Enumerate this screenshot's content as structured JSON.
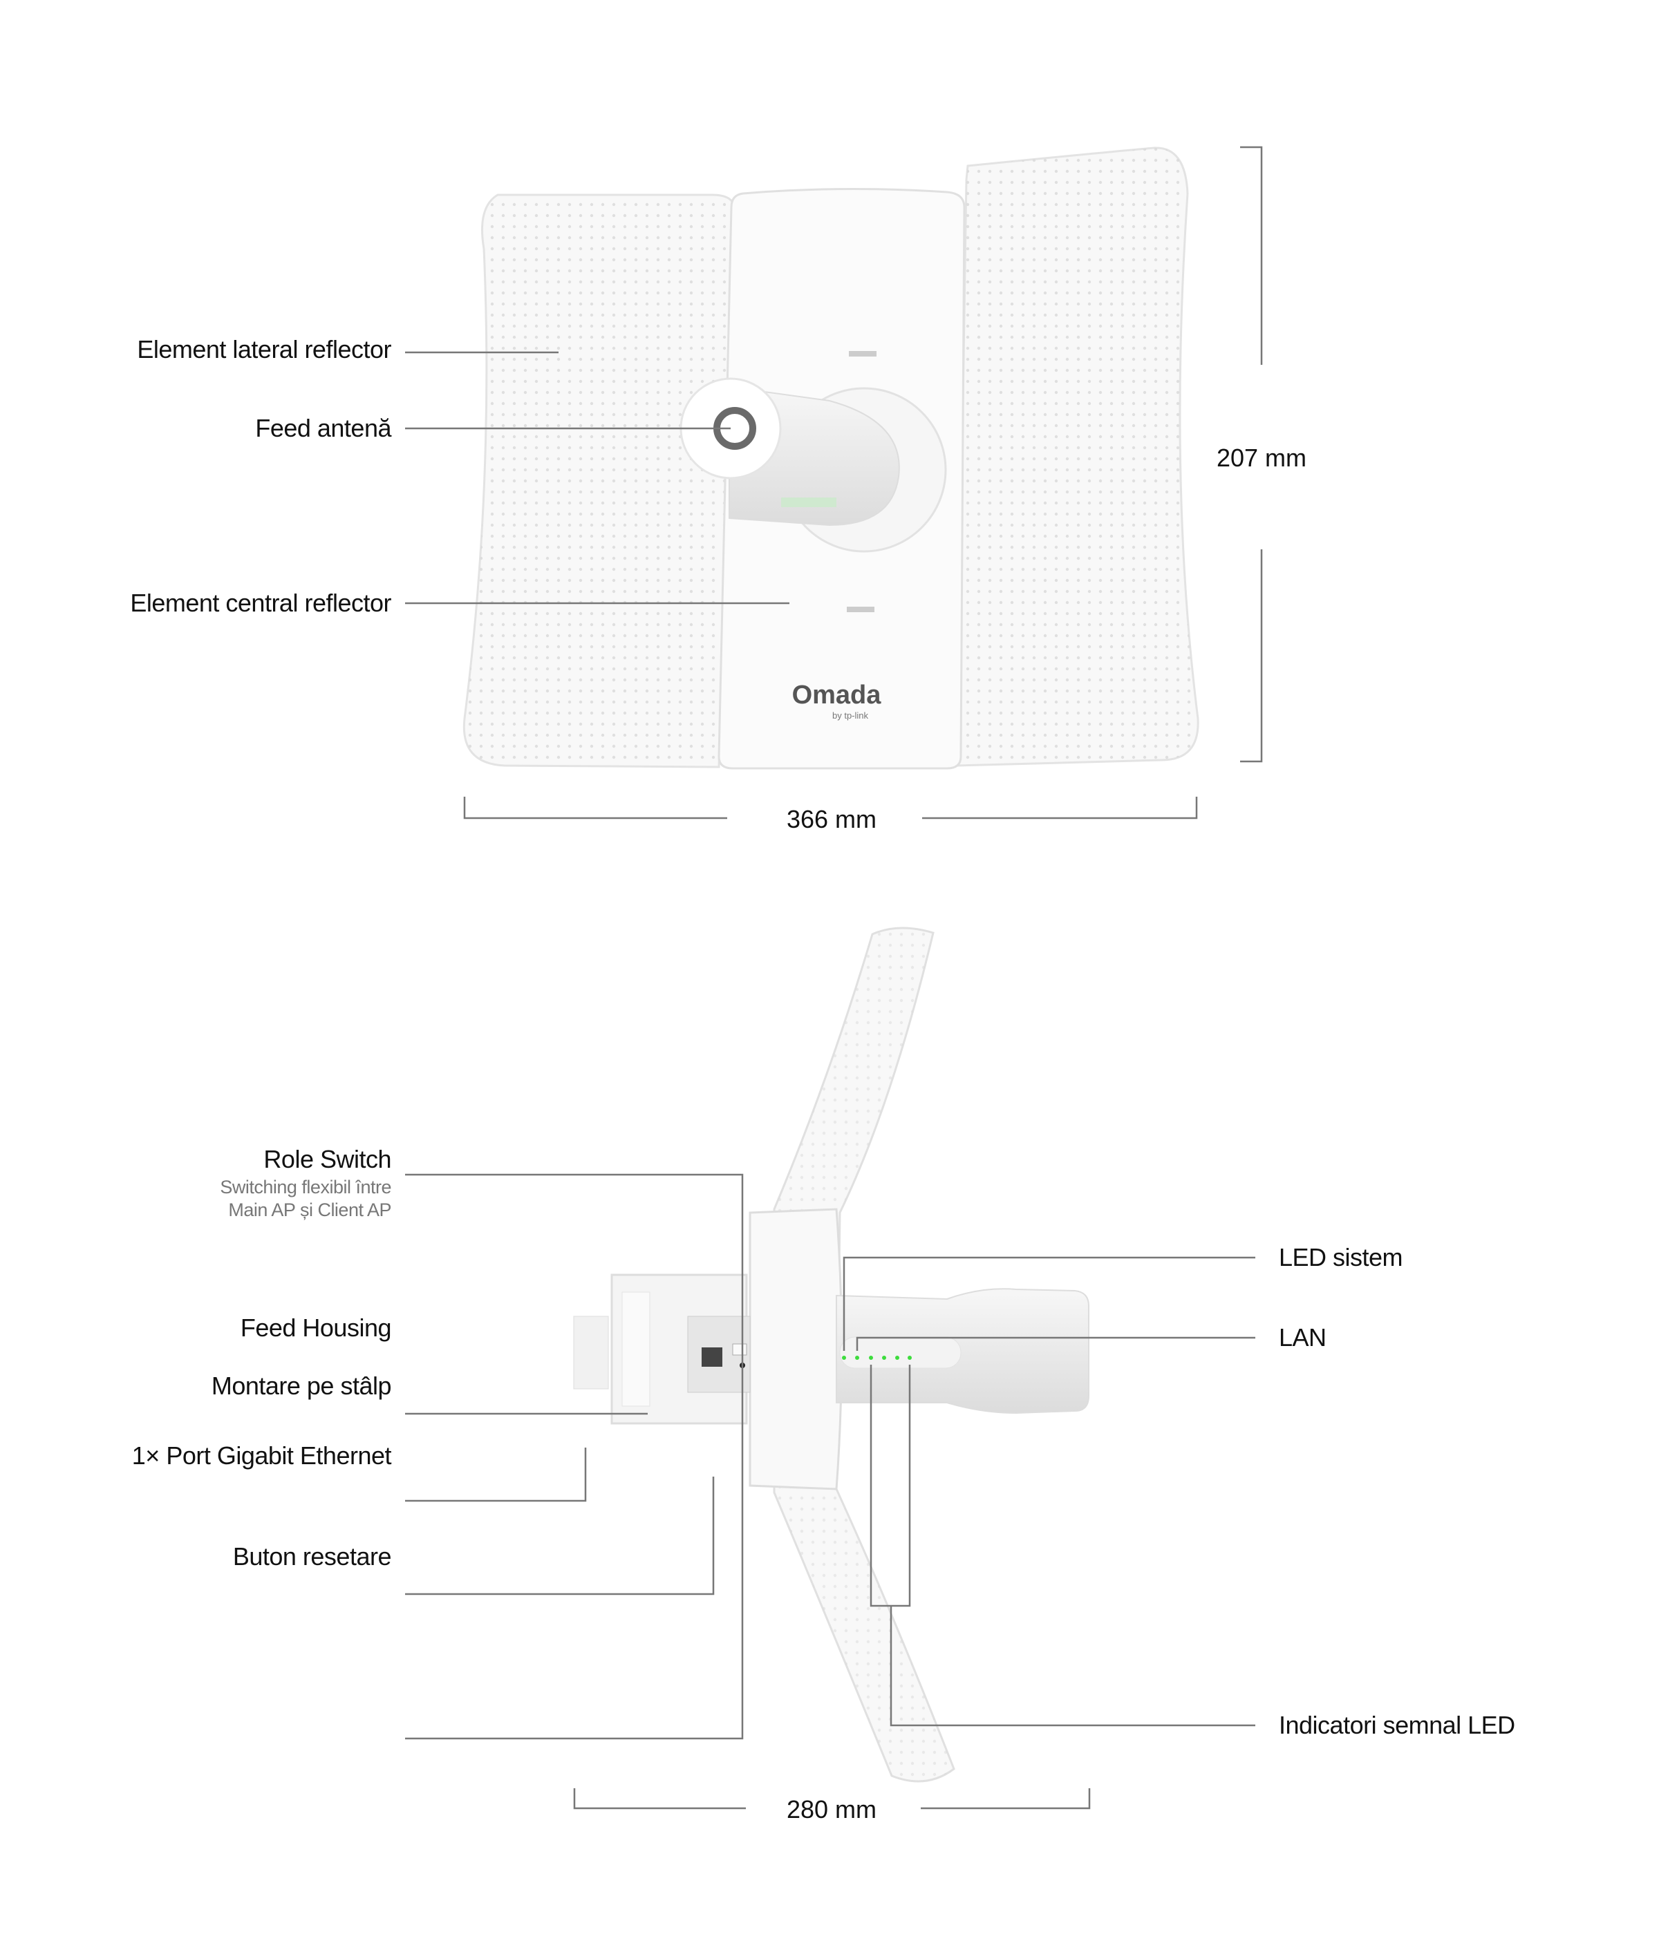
{
  "front_view": {
    "callouts": {
      "lateral_reflector": "Element lateral reflector",
      "feed": "Feed antenă",
      "central_reflector": "Element central reflector"
    },
    "height_dimension": "207 mm",
    "width_dimension": "366 mm",
    "logo": {
      "brand": "Omada",
      "sub": "by tp-link"
    }
  },
  "side_view": {
    "left_callouts": {
      "role_switch": "Role Switch",
      "role_switch_desc_1": "Switching flexibil între",
      "role_switch_desc_2": "Main AP și Client AP",
      "feed_housing": "Feed Housing",
      "pole_mount": "Montare pe stâlp",
      "ethernet_port": "1× Port Gigabit Ethernet",
      "reset_button": "Buton resetare"
    },
    "right_callouts": {
      "system_led": "LED sistem",
      "lan": "LAN",
      "signal_leds": "Indicatori semnal LED"
    },
    "depth_dimension": "280 mm",
    "led_color": "#3ddc3d"
  }
}
